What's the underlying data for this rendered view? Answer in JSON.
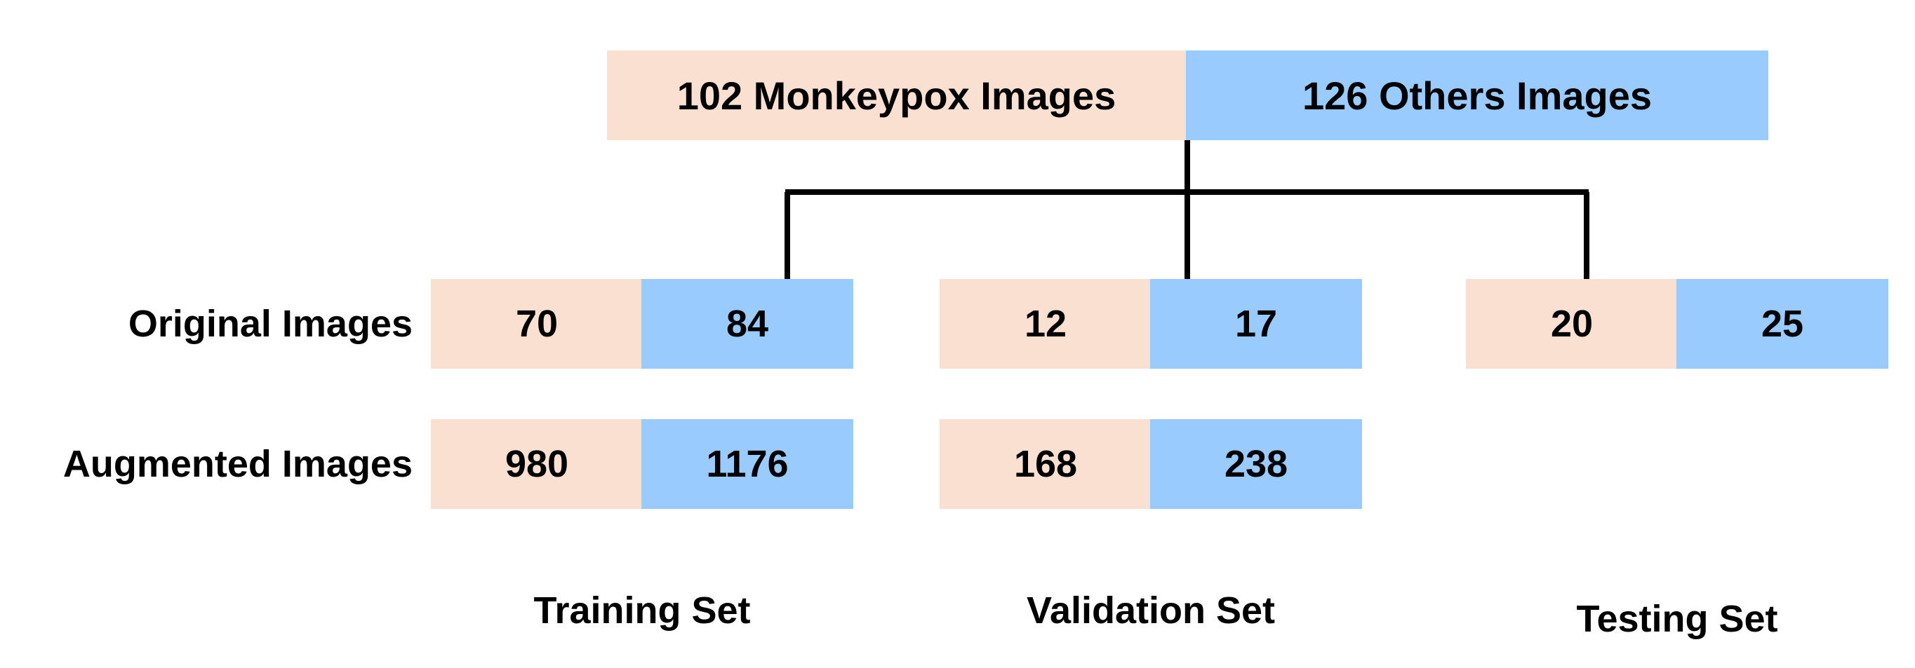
{
  "top": {
    "monkeypox": "102 Monkeypox Images",
    "others": "126 Others Images"
  },
  "rows": {
    "original": "Original Images",
    "augmented": "Augmented Images"
  },
  "sets": {
    "training": {
      "label": "Training Set",
      "original_monkeypox": "70",
      "original_others": "84",
      "augmented_monkeypox": "980",
      "augmented_others": "1176"
    },
    "validation": {
      "label": "Validation Set",
      "original_monkeypox": "12",
      "original_others": "17",
      "augmented_monkeypox": "168",
      "augmented_others": "238"
    },
    "testing": {
      "label": "Testing Set",
      "original_monkeypox": "20",
      "original_others": "25"
    }
  },
  "colors": {
    "monkeypox": "#f9e0d1",
    "others": "#99cbff",
    "connector": "#000000"
  }
}
